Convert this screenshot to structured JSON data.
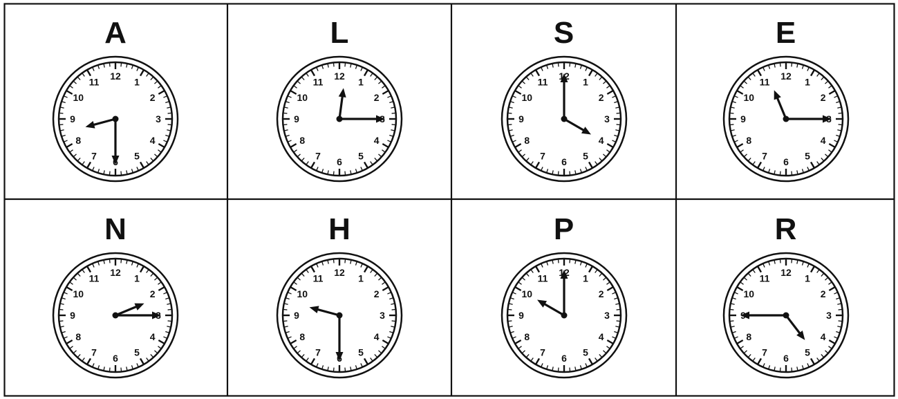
{
  "clocks": [
    {
      "label": "A",
      "hour": 8,
      "minute": 30
    },
    {
      "label": "L",
      "hour": 12,
      "minute": 15
    },
    {
      "label": "S",
      "hour": 4,
      "minute": 0
    },
    {
      "label": "E",
      "hour": 11,
      "minute": 15
    },
    {
      "label": "N",
      "hour": 2,
      "minute": 15
    },
    {
      "label": "H",
      "hour": 9,
      "minute": 30
    },
    {
      "label": "P",
      "hour": 10,
      "minute": 0
    },
    {
      "label": "R",
      "hour": 4,
      "minute": 45
    }
  ],
  "dial_numbers": [
    "12",
    "1",
    "2",
    "3",
    "4",
    "5",
    "6",
    "7",
    "8",
    "9",
    "10",
    "11"
  ],
  "colors": {
    "ink": "#111111",
    "background": "#ffffff"
  }
}
